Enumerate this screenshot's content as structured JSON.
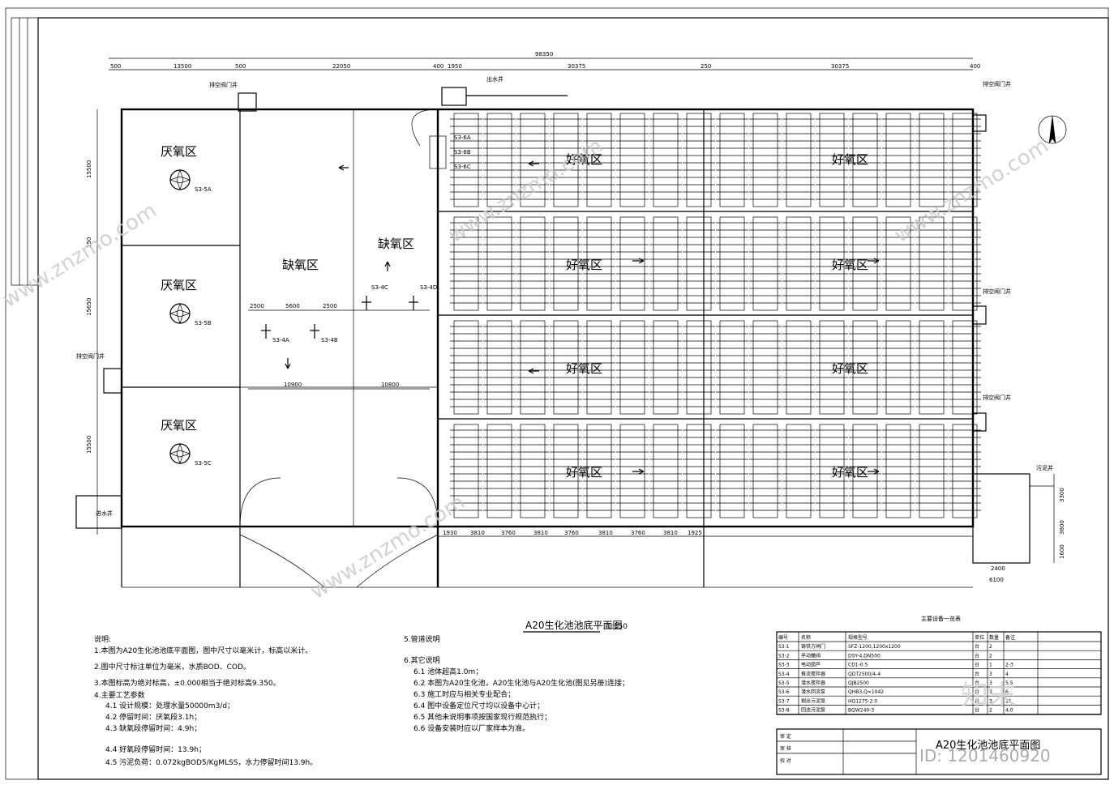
{
  "drawing": {
    "title": "A20生化池池底平面图",
    "scale": "1:150",
    "total_width": "98350",
    "top_dims": [
      "500",
      "13500",
      "500",
      "22050",
      "400",
      "1950",
      "30375",
      "250",
      "30375",
      "400"
    ],
    "left_dims": [
      "15500",
      "250",
      "15650",
      "15500"
    ],
    "zones": {
      "anaerobic": "厌氧区",
      "anoxic": "缺氧区",
      "aerobic": "好氧区"
    },
    "tags": {
      "mixer_a": "S3-5A",
      "mixer_b": "S3-5B",
      "mixer_c": "S3-5C",
      "prop_a": "S3-4A",
      "prop_b": "S3-4B",
      "prop_c": "S3-4C",
      "prop_d": "S3-4D",
      "valve_6a": "S3-6A",
      "valve_6b": "S3-6B",
      "valve_6c": "S3-6C",
      "drain": "排空阀门井",
      "outlet": "出水井",
      "inlet": "进水井",
      "sludge": "污泥井"
    },
    "bottom_dims": [
      "1930",
      "3810",
      "3760",
      "3810",
      "3760",
      "3810",
      "3760",
      "3810",
      "1925"
    ],
    "anoxic_dims": [
      "2500",
      "5600",
      "2500",
      "10900",
      "10800"
    ],
    "right_dims": [
      "3300",
      "3600",
      "1600",
      "6100",
      "2400"
    ]
  },
  "notes": {
    "heading": "说明:",
    "items": [
      "1.本图为A20生化池池底平面图，图中尺寸以毫米计，标高以米计。",
      "2.图中尺寸标注单位为毫米，水质BOD、COD。",
      "3.本图标高为绝对标高，±0.000相当于绝对标高9.350。",
      "4.主要工艺参数",
      "4.1 设计规模：处理水量50000m3/d；",
      "4.2 停留时间：厌氧段3.1h；",
      "4.3 缺氧段停留时间：4.9h；",
      "4.4 好氧段停留时间：13.9h；",
      "4.5 污泥负荷：0.072kgBOD5/KgMLSS，水力停留时间13.9h。"
    ],
    "col2_heading": "5.管道说明",
    "col2_items": [
      "6.其它说明",
      "6.1 池体超高1.0m；",
      "6.2 本图为A20生化池，A20生化池与A20生化池(图见另册)连接；",
      "6.3 施工时应与相关专业配合；",
      "6.4 图中设备定位尺寸均以设备中心计；",
      "6.5 其他未说明事项按国家现行规范执行；",
      "6.6 设备安装时应以厂家样本为准。"
    ]
  },
  "table": {
    "title": "主要设备一览表",
    "headers": [
      "编号",
      "名称",
      "规格型号",
      "单位",
      "数量",
      "备注"
    ],
    "rows": [
      [
        "S3-1",
        "铸铁方闸门",
        "SFZ-1200,1200x1200",
        "台",
        "2",
        ""
      ],
      [
        "S3-2",
        "手动蝶阀",
        "DSY-4,DN500",
        "台",
        "2",
        ""
      ],
      [
        "S3-3",
        "电动葫芦",
        "CD1-0.5",
        "台",
        "1",
        "2-3"
      ],
      [
        "S3-4",
        "推流搅拌器",
        "QDT2500/4-4",
        "台",
        "3",
        "4"
      ],
      [
        "S3-5",
        "潜水搅拌器",
        "QJB2500",
        "台",
        "3",
        "5,5"
      ],
      [
        "S3-6",
        "潜水回流泵",
        "QHB3,Q=1042",
        "台",
        "3",
        "6"
      ],
      [
        "S3-7",
        "剩余污泥泵",
        "HQ1275-2.0",
        "台",
        "3",
        "11"
      ],
      [
        "S3-8",
        "回流污泥泵",
        "BQW240-3",
        "台",
        "2",
        "4,0"
      ]
    ]
  },
  "title_block": {
    "project": "A20生化池池底平面图",
    "labels": [
      "审 定",
      "审 核",
      "校 对"
    ]
  },
  "watermark": {
    "site": "www.znzmo.com",
    "brand": "知末",
    "id_text": "ID: 1201460920"
  }
}
